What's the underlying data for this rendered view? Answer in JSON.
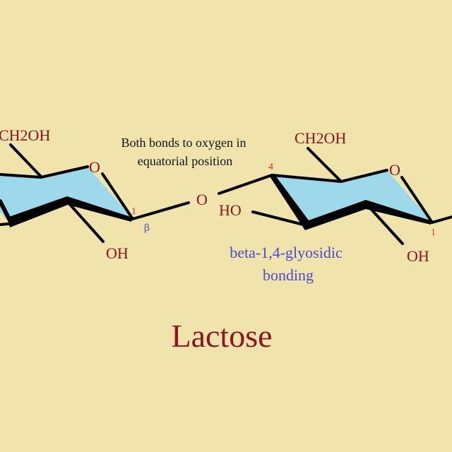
{
  "colors": {
    "background": "#f0e3ab",
    "ring_fill": "#9dd9ea",
    "atom_label": "#8b1520",
    "annotation_blue": "#4a4ad0"
  },
  "left_ring": {
    "ch2oh": "CH2OH",
    "ring_o": "O",
    "oh": "OH",
    "carbon_number": "1",
    "anomer": "β"
  },
  "glycosidic_o": "O",
  "right_ring": {
    "ch2oh": "CH2OH",
    "ring_o": "O",
    "ho": "HO",
    "oh": "OH",
    "carbon4": "4",
    "carbon1": "1"
  },
  "note": {
    "line1": "Both bonds to oxygen in",
    "line2": "equatorial position"
  },
  "bond_label": {
    "line1": "beta-1,4-glyosidic",
    "line2": "bonding"
  },
  "title": "Lactose"
}
